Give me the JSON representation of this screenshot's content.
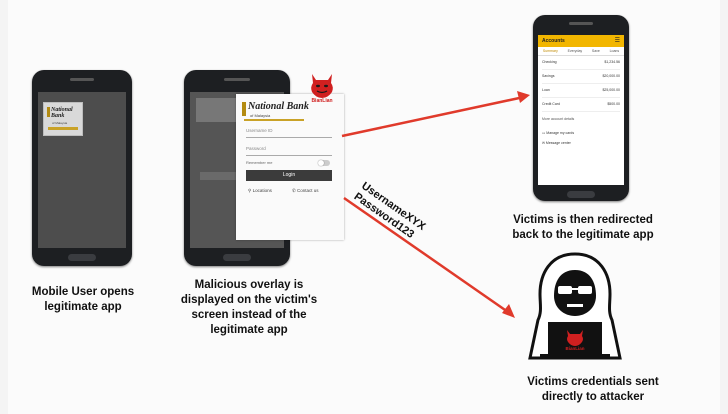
{
  "diagram": {
    "step1_caption": "Mobile User opens legitimate app",
    "step2_caption": "Malicious overlay is displayed on the victim's screen instead of the legitimate app",
    "step3_caption": "Victims is then redirected back to the legitimate app",
    "step4_caption": "Victims credentials sent directly to attacker",
    "stolen_username": "UsernameXYX",
    "stolen_password": "Password123"
  },
  "legit_app": {
    "bank_name": "National Bank",
    "bank_subtitle": "of Malaysia"
  },
  "overlay": {
    "bank_name": "National Bank",
    "bank_subtitle": "of Malaysia",
    "username_placeholder": "Username ID",
    "password_placeholder": "Password",
    "remember_label": "Remember me",
    "login_label": "Login",
    "locations_label": "Locations",
    "contact_label": "Contact us",
    "malware_name": "BianLian"
  },
  "accounts_app": {
    "title": "Accounts",
    "tabs": [
      "Summary",
      "Everyday",
      "Save",
      "Loans"
    ],
    "rows": [
      {
        "name": "Checking",
        "amount": "$1,234.56"
      },
      {
        "name": "Savings",
        "amount": "$20,000.00"
      },
      {
        "name": "Loan",
        "amount": "$25,000.00"
      },
      {
        "name": "Credit Card",
        "amount": "$500.00"
      }
    ],
    "more_label": "More account details",
    "action1": "Manage my cards",
    "action2": "Message center"
  },
  "colors": {
    "arrow": "#e03a2b",
    "overlay_login": "#3b3b3b",
    "devil": "#d02020",
    "accounts_header": "#f2b600"
  }
}
